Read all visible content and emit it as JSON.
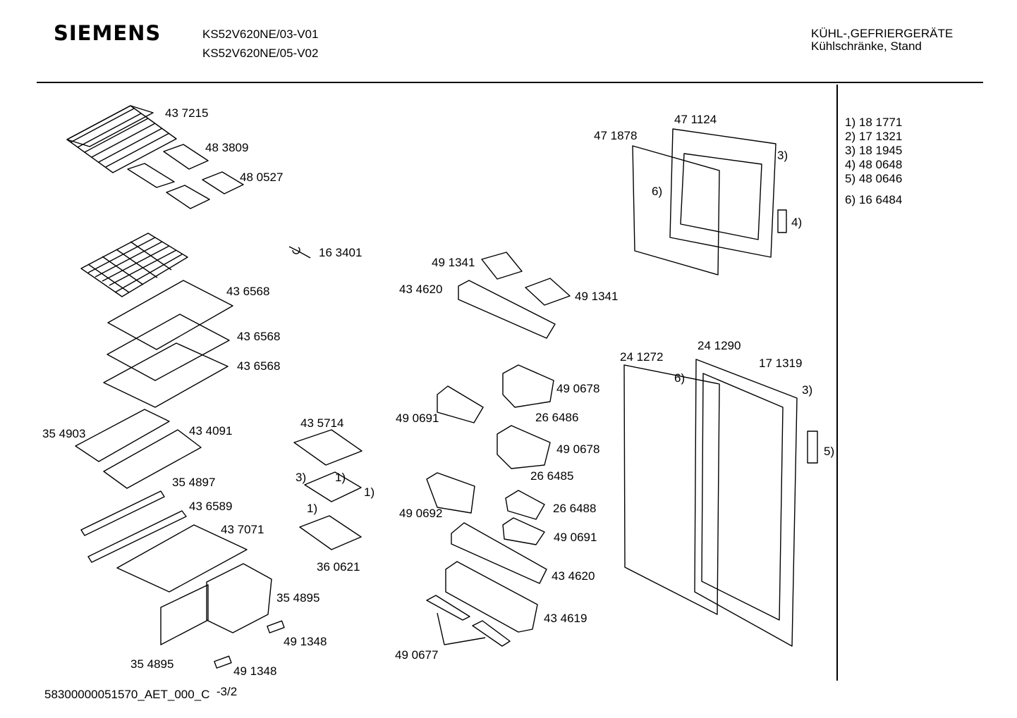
{
  "header": {
    "brand": "SIEMENS",
    "models": [
      "KS52V620NE/03-V01",
      "KS52V620NE/05-V02"
    ],
    "category_line1": "KÜHL-,GEFRIERGERÄTE",
    "category_line2": "Kühlschränke, Stand"
  },
  "parts": {
    "p437215": "43 7215",
    "p483809": "48 3809",
    "p480527": "48 0527",
    "p163401": "16 3401",
    "p436568a": "43 6568",
    "p436568b": "43 6568",
    "p436568c": "43 6568",
    "p354903": "35 4903",
    "p434091": "43 4091",
    "p354897": "35 4897",
    "p436589": "43 6589",
    "p437071": "43 7071",
    "p354895a": "35 4895",
    "p354895b": "35 4895",
    "p491348a": "49 1348",
    "p491348b": "49 1348",
    "p435714": "43 5714",
    "ref3": "3)",
    "ref1a": "1)",
    "ref1b": "1)",
    "ref1c": "1)",
    "p360621": "36 0621",
    "p491341a": "49 1341",
    "p491341b": "49 1341",
    "p434620a": "43 4620",
    "p490678a": "49 0678",
    "p490691a": "49 0691",
    "p266486": "26 6486",
    "p490678b": "49 0678",
    "p266485": "26 6485",
    "p490692": "49 0692",
    "p266488": "26 6488",
    "p490691b": "49 0691",
    "p434620b": "43 4620",
    "p434619": "43 4619",
    "p490677": "49 0677",
    "p471124": "47 1124",
    "p471878": "47 1878",
    "ref6a": "6)",
    "ref3a": "3)",
    "ref4": "4)",
    "p241272": "24 1272",
    "p241290": "24 1290",
    "p171319": "17 1319",
    "ref6b": "6)",
    "ref3b": "3)",
    "ref5": "5)"
  },
  "legend": [
    {
      "ref": "1)",
      "part": "18 1771"
    },
    {
      "ref": "2)",
      "part": "17 1321"
    },
    {
      "ref": "3)",
      "part": "18 1945"
    },
    {
      "ref": "4)",
      "part": "48 0648"
    },
    {
      "ref": "5)",
      "part": "48 0646"
    },
    {
      "ref": "6)",
      "part": "16 6484"
    }
  ],
  "footer": {
    "doc_id": "58300000051570_AET_000_C",
    "page": "-3/2"
  }
}
